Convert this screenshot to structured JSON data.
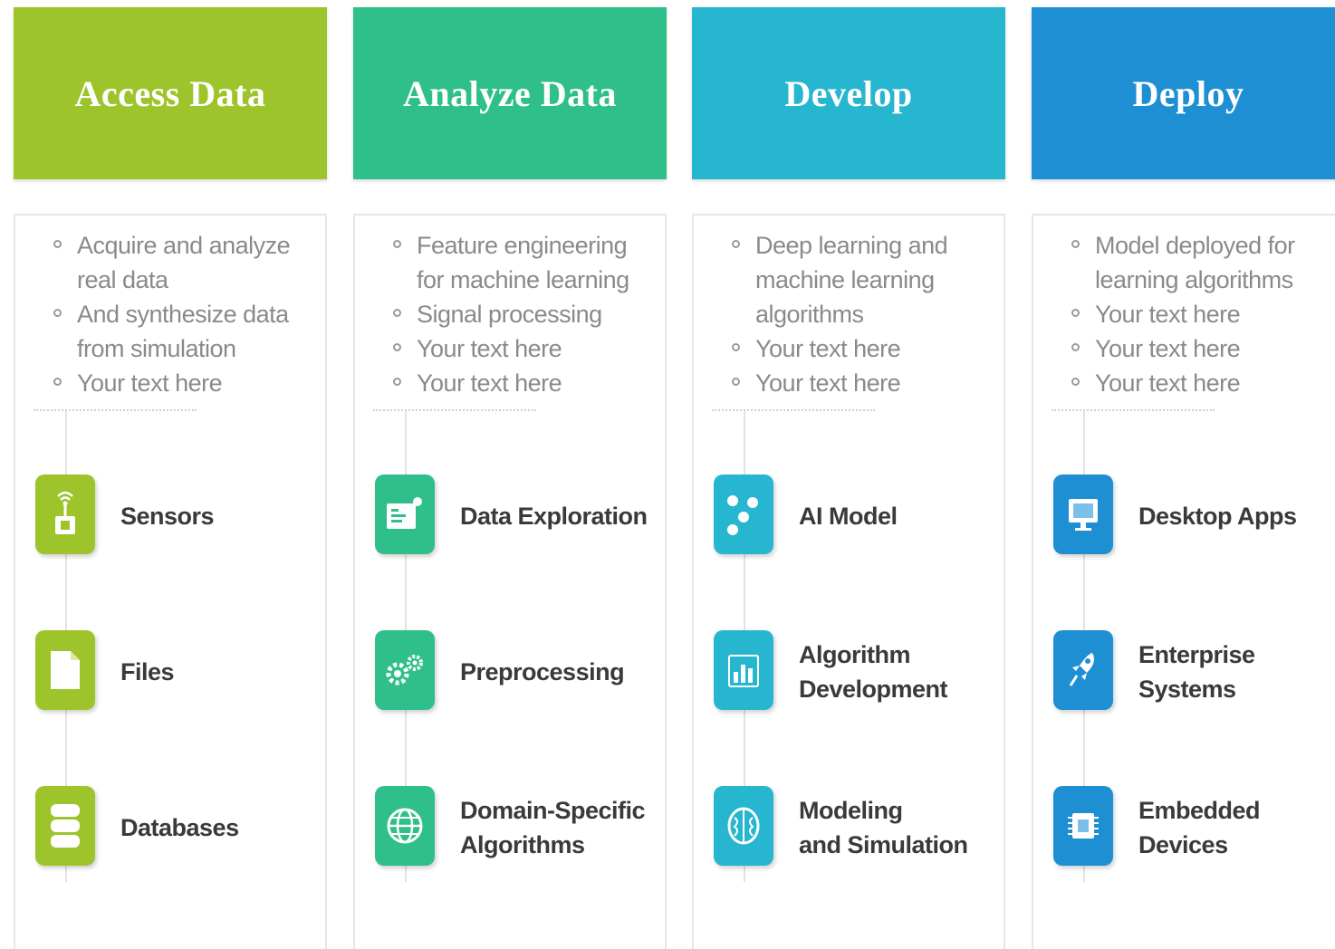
{
  "columns": [
    {
      "title": "Access Data",
      "color": "#9dc42b",
      "bullets": [
        "Acquire and analyze real data",
        "And synthesize  data from simulation",
        "Your text here"
      ],
      "items": [
        {
          "label": "Sensors",
          "icon": "sensor-icon"
        },
        {
          "label": "Files",
          "icon": "file-icon"
        },
        {
          "label": "Databases",
          "icon": "database-icon"
        }
      ]
    },
    {
      "title": "Analyze Data",
      "color": "#2fbf8b",
      "bullets": [
        "Feature engineering for machine learning",
        "Signal processing",
        "Your text here",
        "Your text here"
      ],
      "items": [
        {
          "label": "Data Exploration",
          "icon": "chart-screen-icon"
        },
        {
          "label": "Preprocessing",
          "icon": "gears-icon"
        },
        {
          "label": "Domain-Specific\nAlgorithms",
          "icon": "globe-icon"
        }
      ]
    },
    {
      "title": "Develop",
      "color": "#27b6cf",
      "bullets": [
        "Deep learning and machine learning algorithms",
        "Your text here",
        "Your text here"
      ],
      "items": [
        {
          "label": "AI Model",
          "icon": "network-nodes-icon"
        },
        {
          "label": "Algorithm\nDevelopment",
          "icon": "bar-chart-icon"
        },
        {
          "label": "Modeling\nand Simulation",
          "icon": "brain-icon"
        }
      ]
    },
    {
      "title": "Deploy",
      "color": "#1f8fd4",
      "bullets": [
        "Model deployed for learning algorithms",
        "Your text here",
        "Your text here",
        "Your text here"
      ],
      "items": [
        {
          "label": "Desktop Apps",
          "icon": "monitor-icon"
        },
        {
          "label": "Enterprise\nSystems",
          "icon": "rocket-icon"
        },
        {
          "label": "Embedded\nDevices",
          "icon": "chip-icon"
        }
      ]
    }
  ]
}
